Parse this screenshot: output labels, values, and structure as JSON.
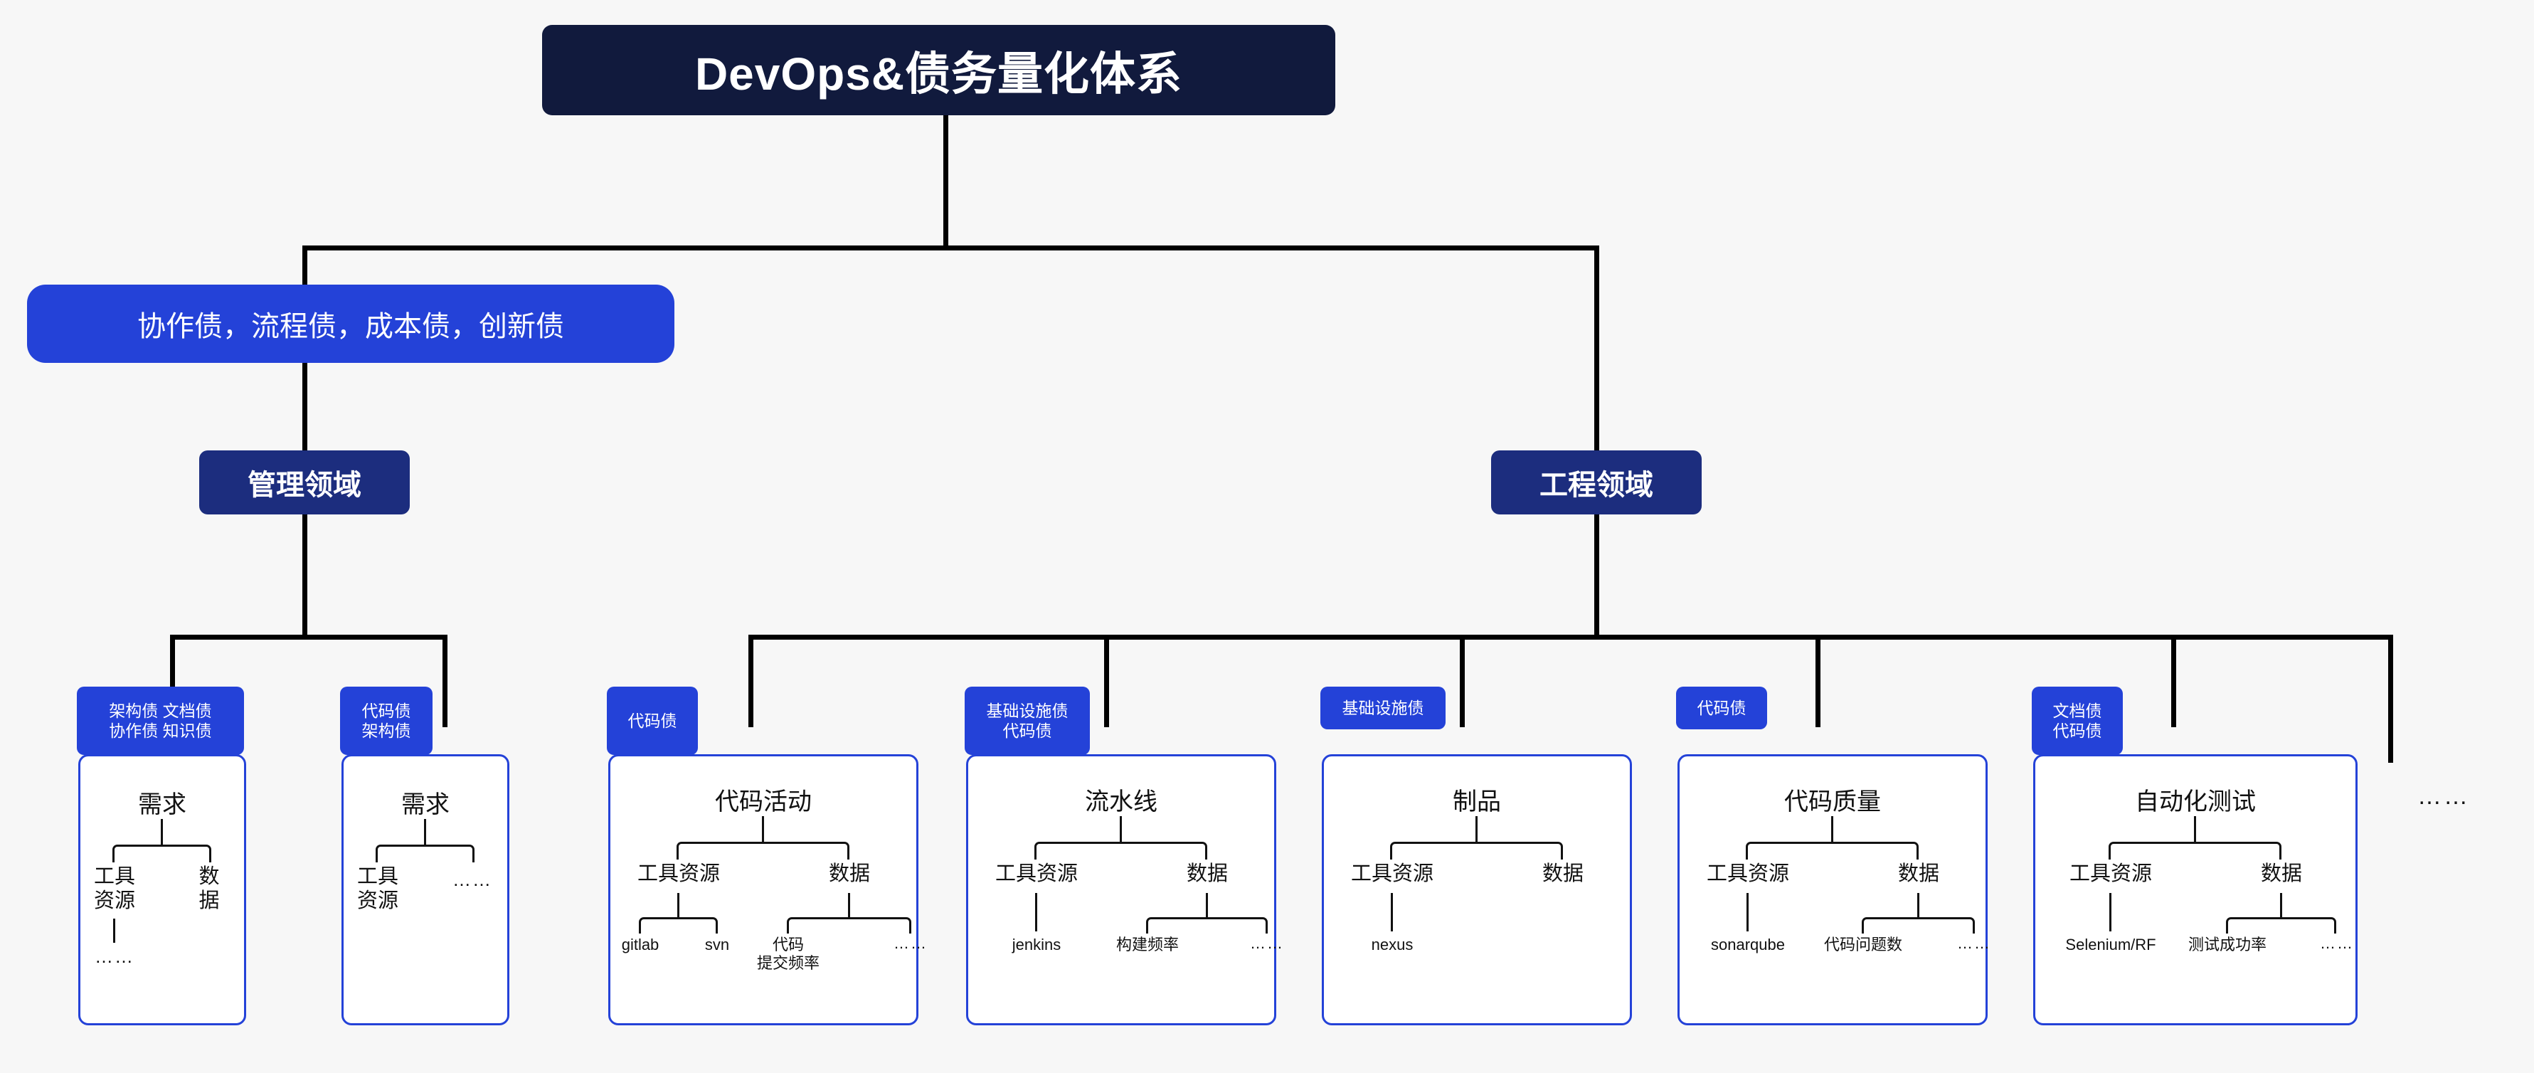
{
  "root": {
    "title": "DevOps&债务量化体系"
  },
  "debt_badge": {
    "label": "协作债，流程债，成本债，创新债"
  },
  "domains": [
    {
      "id": "management",
      "label": "管理领域"
    },
    {
      "id": "engineering",
      "label": "工程领域"
    }
  ],
  "labels": {
    "tool_resource": "工具\n资源",
    "tool_resource_inline": "工具资源",
    "data": "数据",
    "ellipsis": "……"
  },
  "colors": {
    "root_navy": "#111a3d",
    "domain_navy": "#1c2d7e",
    "accent_blue": "#2442d8",
    "connector_black": "#000000",
    "background": "#f7f7f7",
    "card_bg": "#ffffff"
  },
  "cards": [
    {
      "id": "management-demand-1",
      "tag_lines": [
        "架构债  文档债",
        "协作债  知识债"
      ],
      "title": "需求",
      "branches": [
        {
          "label": "工具\n资源",
          "children": [
            "……"
          ]
        },
        {
          "label": "数据",
          "children": []
        }
      ]
    },
    {
      "id": "management-demand-2",
      "tag_lines": [
        "代码债",
        "架构债"
      ],
      "title": "需求",
      "branches": [
        {
          "label": "工具\n资源",
          "children": []
        },
        {
          "label": "……",
          "children": []
        }
      ]
    },
    {
      "id": "code-activity",
      "tag_lines": [
        "代码债"
      ],
      "title": "代码活动",
      "branches": [
        {
          "label": "工具资源",
          "children": [
            "gitlab",
            "svn"
          ]
        },
        {
          "label": "数据",
          "children": [
            "代码\n提交频率",
            "……"
          ]
        }
      ]
    },
    {
      "id": "pipeline",
      "tag_lines": [
        "基础设施债",
        "代码债"
      ],
      "title": "流水线",
      "branches": [
        {
          "label": "工具资源",
          "children": [
            "jenkins"
          ]
        },
        {
          "label": "数据",
          "children": [
            "构建频率",
            "……"
          ]
        }
      ]
    },
    {
      "id": "artifact",
      "tag_lines": [
        "基础设施债"
      ],
      "title": "制品",
      "branches": [
        {
          "label": "工具资源",
          "children": [
            "nexus"
          ]
        },
        {
          "label": "数据",
          "children": []
        }
      ]
    },
    {
      "id": "code-quality",
      "tag_lines": [
        "代码债"
      ],
      "title": "代码质量",
      "branches": [
        {
          "label": "工具资源",
          "children": [
            "sonarqube"
          ]
        },
        {
          "label": "数据",
          "children": [
            "代码问题数",
            "……"
          ]
        }
      ]
    },
    {
      "id": "automation-test",
      "tag_lines": [
        "文档债",
        "代码债"
      ],
      "title": "自动化测试",
      "branches": [
        {
          "label": "工具资源",
          "children": [
            "Selenium/RF"
          ]
        },
        {
          "label": "数据",
          "children": [
            "测试成功率",
            "……"
          ]
        }
      ]
    }
  ],
  "trailing": {
    "label": "……"
  }
}
